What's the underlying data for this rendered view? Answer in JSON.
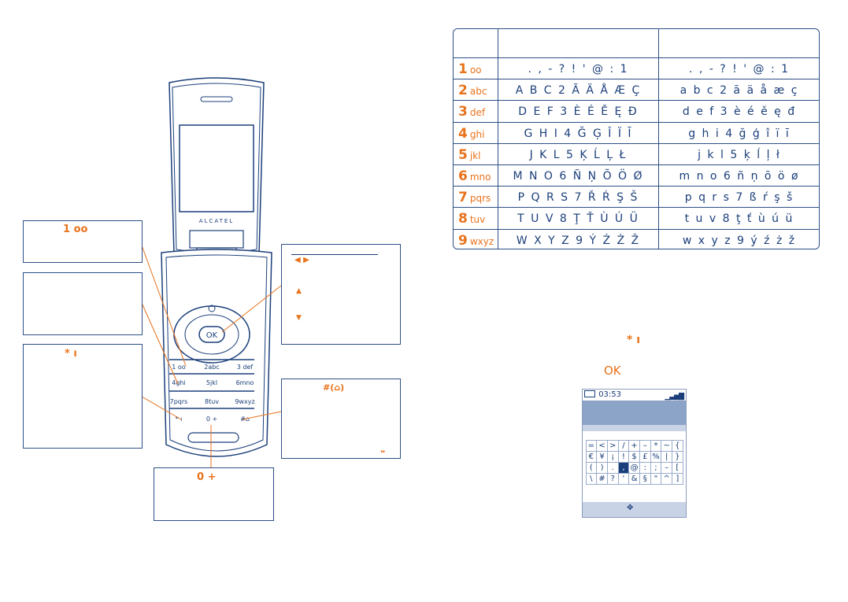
{
  "phone": {
    "brand": "ALCATEL",
    "ok_label": "OK",
    "keys": [
      {
        "num": "1",
        "letters": "oo"
      },
      {
        "num": "2",
        "letters": "abc"
      },
      {
        "num": "3",
        "letters": "def"
      },
      {
        "num": "4",
        "letters": "ghi"
      },
      {
        "num": "5",
        "letters": "jkl"
      },
      {
        "num": "6",
        "letters": "mno"
      },
      {
        "num": "7",
        "letters": "pqrs"
      },
      {
        "num": "8",
        "letters": "tuv"
      },
      {
        "num": "9",
        "letters": "wxyz"
      },
      {
        "num": "*",
        "letters": "ı"
      },
      {
        "num": "0",
        "letters": "+"
      },
      {
        "num": "#",
        "letters": "⌂"
      }
    ]
  },
  "callouts": {
    "key1_icon": "1 oo",
    "star_icon": "* ı",
    "zero_icon": "0 +",
    "hash_icon": "#(⌂)",
    "nav_lr_icon": "◀ ▶",
    "nav_up_icon": "▲",
    "nav_down_icon": "▼",
    "space_icon": "⎵"
  },
  "char_table": {
    "rows": [
      {
        "num": "1",
        "letters": "oo",
        "upper": ". , - ? ! ' @ : 1",
        "lower": ". , - ? ! ' @ : 1"
      },
      {
        "num": "2",
        "letters": "abc",
        "upper": "A B C 2 Ã Ä Å Æ Ç",
        "lower": "a b c 2 ã ä å æ ç"
      },
      {
        "num": "3",
        "letters": "def",
        "upper": "D E F 3 È É Ě Ę Ð",
        "lower": "d e f 3 è é ě ę đ"
      },
      {
        "num": "4",
        "letters": "ghi",
        "upper": "G H I 4 Ğ Ģ Î Ï Ī",
        "lower": "g h i 4 ğ ģ î ï ī"
      },
      {
        "num": "5",
        "letters": "jkl",
        "upper": "J K L 5 Ķ Ĺ Ļ Ł",
        "lower": "j k l 5 ķ ĺ ļ ł"
      },
      {
        "num": "6",
        "letters": "mno",
        "upper": "M N O 6 Ñ Ņ Õ Ö Ø",
        "lower": "m n o 6 ñ ņ õ ö ø"
      },
      {
        "num": "7",
        "letters": "pqrs",
        "upper": "P Q R S 7 Ř Ŕ Ş Š",
        "lower": "p q r s 7 ß ŕ ş š"
      },
      {
        "num": "8",
        "letters": "tuv",
        "upper": "T U V 8 Ţ Ť Ù Ú Ü",
        "lower": "t u v 8 ţ ť ù ú ü"
      },
      {
        "num": "9",
        "letters": "wxyz",
        "upper": "W X Y Z 9 Ý Ź Ż Ž",
        "lower": "w x y z 9 ý ź ż ž"
      }
    ]
  },
  "right_text": {
    "star_icon": "* ı",
    "ok_icon": "OK"
  },
  "screen": {
    "time": "03:53",
    "symbols": [
      "=",
      "<",
      ">",
      "/",
      "+",
      "–",
      "*",
      "~",
      "{",
      "€",
      "¥",
      "¡",
      "!",
      "$",
      "£",
      "%",
      "|",
      "}",
      "(",
      ")",
      ".",
      ",",
      "@",
      ":",
      ";",
      "–",
      "[",
      "\\",
      "#",
      "?",
      "'",
      "&",
      "§",
      "\"",
      "^",
      "]"
    ],
    "selected_index": 21
  },
  "colors": {
    "accent": "#e8731c",
    "ink": "#1b3f7a",
    "screen_band": "#8da4c9"
  }
}
